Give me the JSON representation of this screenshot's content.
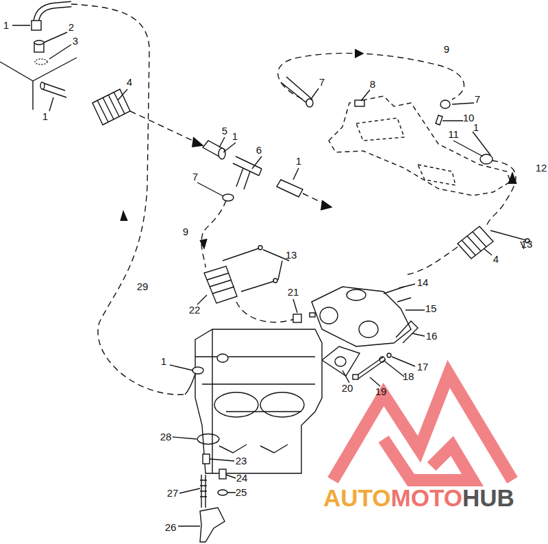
{
  "diagram": {
    "labels": [
      "1",
      "2",
      "3",
      "1",
      "4",
      "9",
      "7",
      "8",
      "7",
      "10",
      "1",
      "11",
      "5",
      "1",
      "6",
      "1",
      "12",
      "7",
      "9",
      "13",
      "4",
      "13",
      "29",
      "21",
      "14",
      "15",
      "22",
      "16",
      "17",
      "1",
      "18",
      "20",
      "19",
      "28",
      "23",
      "24",
      "25",
      "27",
      "26",
      "AUTO",
      "MOTO",
      "HUB"
    ]
  }
}
